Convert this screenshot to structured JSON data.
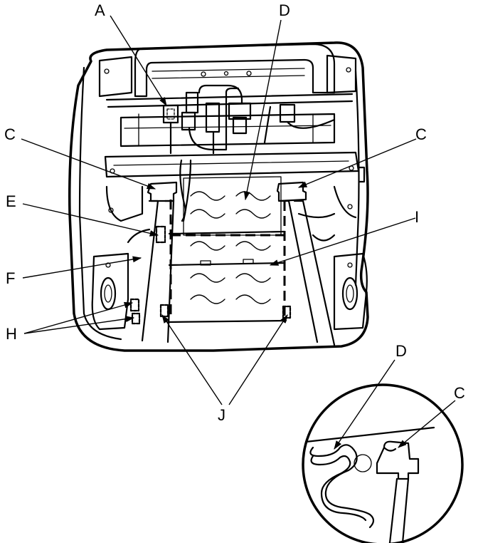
{
  "callouts": {
    "a": "A",
    "d_top": "D",
    "c_left": "C",
    "c_right": "C",
    "e": "E",
    "i": "I",
    "f": "F",
    "h": "H",
    "j": "J",
    "d_detail": "D",
    "c_detail": "C"
  }
}
